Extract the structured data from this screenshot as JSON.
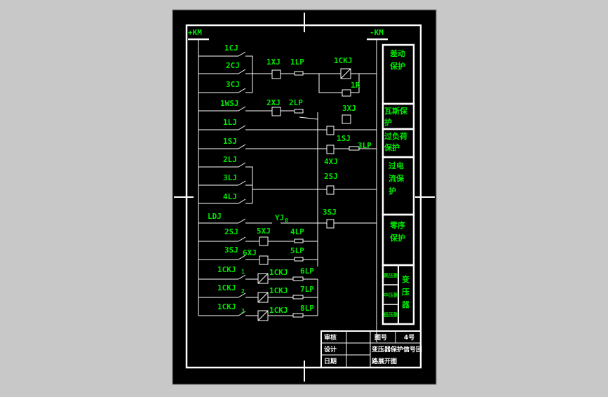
{
  "bus": {
    "plus": "+KM",
    "minus": "-KM"
  },
  "contacts": [
    "1CJ",
    "2CJ",
    "3CJ",
    "1WSJ",
    "1LJ",
    "1SJ",
    "2LJ",
    "3LJ",
    "4LJ",
    "LDJ",
    "2SJ",
    "3SJ",
    "1CKJ",
    "1CKJ",
    "1CKJ"
  ],
  "contact_subscripts": [
    "1",
    "2",
    "3"
  ],
  "coils": [
    "1XJ",
    "2XJ",
    "3XJ",
    "1SJ",
    "4XJ",
    "2SJ",
    "YJ",
    "3SJ",
    "5XJ",
    "6XJ"
  ],
  "coil_subscript": "0",
  "plates": [
    "1LP",
    "2LP",
    "3LP",
    "4LP",
    "5LP",
    "6LP",
    "7LP",
    "8LP"
  ],
  "relays": [
    "1CKJ",
    "1R",
    "1CKJ",
    "1CKJ",
    "1CKJ"
  ],
  "sections": [
    {
      "text": [
        "差动",
        "保护"
      ]
    },
    {
      "text": [
        "瓦斯保",
        "护"
      ]
    },
    {
      "text": [
        "过负荷",
        "保护"
      ]
    },
    {
      "text": [
        "过电",
        "流保",
        "护"
      ]
    },
    {
      "text": [
        "零序",
        "保护"
      ]
    }
  ],
  "transformer": {
    "title": [
      "变",
      "压",
      "器"
    ],
    "rows": [
      "高压侧",
      "中压侧",
      "低压侧"
    ]
  },
  "title_block": {
    "review": "审核",
    "design": "设计",
    "date": "日期",
    "drawing_no_label": "图号",
    "drawing_no": "4号",
    "drawing_title": [
      "变压器保护信号回",
      "路展开图"
    ]
  }
}
